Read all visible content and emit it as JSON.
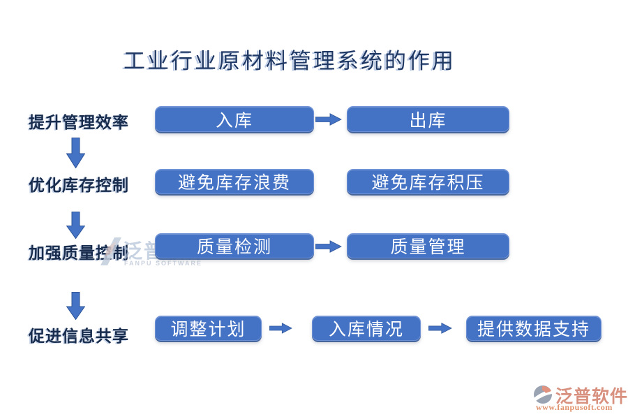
{
  "title": "工业行业原材料管理系统的作用",
  "colors": {
    "box_fill": "#4472c4",
    "box_edge_dark": "#2f5597",
    "title_text": "#1f3864",
    "label_text": "#182c4d",
    "watermark_text": "#a9bad2",
    "brand_salmon": "#d8907f",
    "brand_url": "#e0936e"
  },
  "rows": [
    {
      "label": "提升管理效率",
      "boxes": [
        "入库",
        "出库"
      ]
    },
    {
      "label": "优化库存控制",
      "boxes": [
        "避免库存浪费",
        "避免库存积压"
      ]
    },
    {
      "label": "加强质量控制",
      "boxes": [
        "质量检测",
        "质量管理"
      ]
    },
    {
      "label": "促进信息共享",
      "boxes": [
        "调整计划",
        "入库情况",
        "提供数据支持"
      ]
    }
  ],
  "watermark": {
    "text": "泛普软件",
    "subtext": "FANPU SOFTWARE"
  },
  "footer_logo": {
    "name": "泛普软件",
    "url": "www.fanpusoft.com"
  }
}
